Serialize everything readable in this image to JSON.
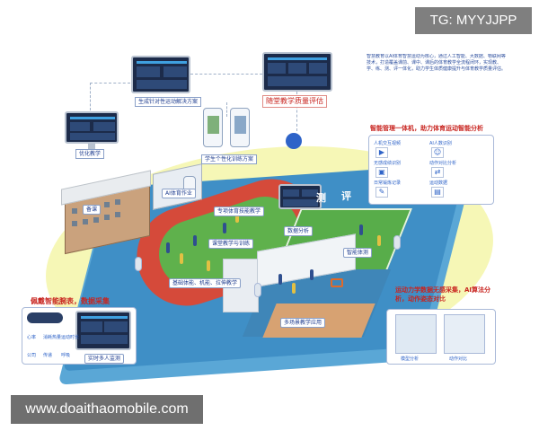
{
  "watermark": "TG: MYYJJPP",
  "footer_url": "www.doaithaomobile.com",
  "top_labels": {
    "personalized_plan": "生成针对性运动解决方案",
    "quality_eval": "随堂教学质量评估",
    "optimize_teaching": "优化教学",
    "student_training": "学生个性化训练方案"
  },
  "scene_tags": {
    "preview": "备课",
    "ai_homework": "AI体育作业",
    "pe_teaching": "课堂教学与训练",
    "data_analysis": "数据分析",
    "smart_test": "智能体测",
    "multi_scene": "多场景教学应用",
    "special_course": "专项体育技能教学",
    "basic_sport": "基础体能、机能、拉伸教学",
    "ring_test": "测",
    "ring_eval": "评"
  },
  "right_panel": {
    "title": "智能管理一体机，助力体育运动智能分析",
    "items": [
      "人机交互视频",
      "AI人数识别",
      "无感成绩识别",
      "动作对比分析",
      "日常锻炼记录",
      "运动数据"
    ]
  },
  "bottom_left": {
    "title": "佩戴智能腕表，数据采集",
    "icons": [
      "心率",
      "消耗热量",
      "运动时长",
      "公司",
      "传递",
      "呼吸"
    ],
    "caption": "实时多人监测"
  },
  "bottom_right": {
    "title": "运动力学数据无感采集，AI算法分析，动作姿态对比",
    "caption_a": "模型分析",
    "caption_b": "动作对比"
  },
  "intro_text": "智慧教育以AI体育智慧运动为核心，通过人工智能、大数据、物联网等技术，打造覆盖课前、课中、课后的体育教学全流程闭环，实现教、学、练、测、评一体化，助力学生体质健康提升与体育教学质量评估。",
  "colors": {
    "title_red": "#c8241f",
    "tag_blue": "#2e63c8",
    "track_red": "#d54a3a",
    "field_green": "#58ad4a",
    "base_blue": "#3f8fc6",
    "ring_yellow": "#f6f7b6"
  }
}
